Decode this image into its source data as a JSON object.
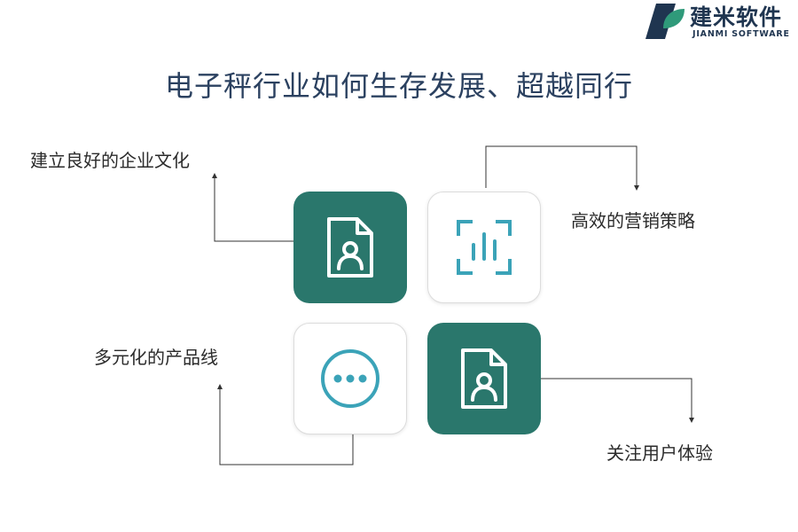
{
  "brand": {
    "name_cn": "建米软件",
    "name_en": "JIANMI SOFTWARE",
    "colors": {
      "dark": "#1f3550",
      "accent": "#2f9a7a"
    }
  },
  "title": "电子秤行业如何生存发展、超越同行",
  "items": [
    {
      "label": "建立良好的企业文化",
      "icon": "document-user-icon",
      "tile_style": "dark"
    },
    {
      "label": "高效的营销策略",
      "icon": "bar-chart-icon",
      "tile_style": "light"
    },
    {
      "label": "多元化的产品线",
      "icon": "ellipsis-circle-icon",
      "tile_style": "light"
    },
    {
      "label": "关注用户体验",
      "icon": "document-user-icon",
      "tile_style": "dark"
    }
  ],
  "colors": {
    "tile_dark": "#2a776c",
    "icon_light": "#3ba3b8",
    "connector": "#333333"
  }
}
